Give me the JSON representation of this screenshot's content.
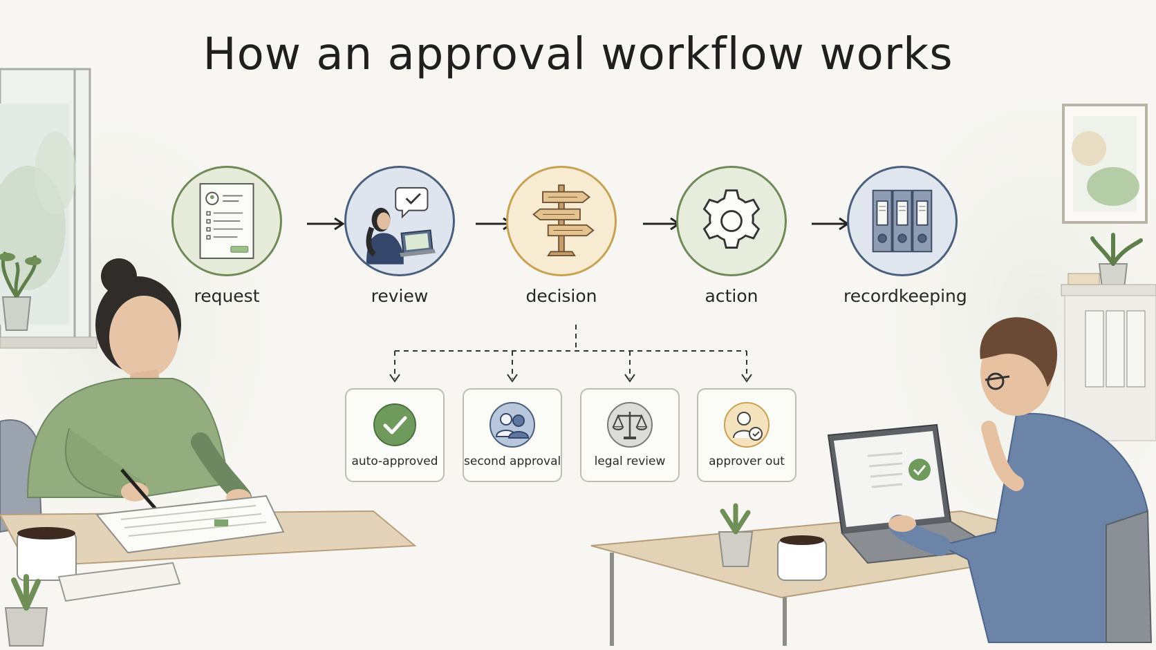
{
  "title": "How an approval workflow works",
  "steps": [
    {
      "label": "request",
      "icon": "request-form-icon",
      "color": "#6f8a57",
      "fill": "#e6ecd9"
    },
    {
      "label": "review",
      "icon": "reviewer-laptop-icon",
      "color": "#4a5f7e",
      "fill": "#dfe5ef"
    },
    {
      "label": "decision",
      "icon": "signpost-icon",
      "color": "#c9a24f",
      "fill": "#f7ecd1"
    },
    {
      "label": "action",
      "icon": "gear-icon",
      "color": "#6f8a57",
      "fill": "#e7eddc"
    },
    {
      "label": "recordkeeping",
      "icon": "binders-icon",
      "color": "#4a5f7e",
      "fill": "#e0e6ee"
    }
  ],
  "outcomes": [
    {
      "label": "auto-approved",
      "icon": "checkmark-icon",
      "color": "#5f8a4f"
    },
    {
      "label": "second approval",
      "icon": "two-people-icon",
      "color": "#4a5f7e"
    },
    {
      "label": "legal review",
      "icon": "scales-icon",
      "color": "#7a7a7a"
    },
    {
      "label": "approver out",
      "icon": "person-clock-icon",
      "color": "#c9a24f"
    }
  ]
}
